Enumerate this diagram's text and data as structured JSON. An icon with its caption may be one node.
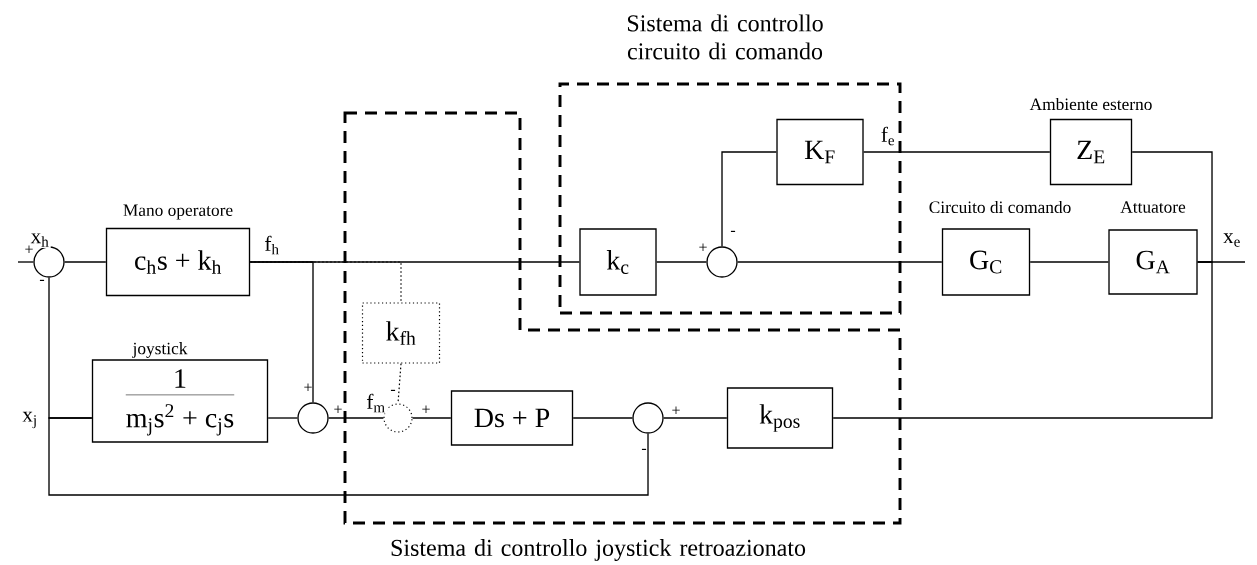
{
  "diagram": {
    "nodes": [
      {
        "text": [
          "Sistema di controllo circuito di comando"
        ]
      },
      {
        "text": [],
        "shape": "circle"
      },
      {
        "text": [
          "c$_{h}$s + k$_{h}$"
        ],
        "beside": [
          "Mano operatore"
        ]
      },
      {
        "text": [
          "1",
          "m$_{j}$s$^{2}$ + c$_{j}$s"
        ],
        "beside": [
          "joystick"
        ]
      },
      {
        "text": [],
        "shape": "circle"
      },
      {
        "text": [
          "Sistema di controllo joystick retroazionato"
        ]
      },
      {
        "text": [
          "k$_{fh}$"
        ],
        "in": 5
      },
      {
        "text": [],
        "shape": "circle",
        "in": 5
      },
      {
        "text": [
          "Ds + P"
        ],
        "in": 5
      },
      {
        "text": [],
        "shape": "circle",
        "in": 5
      },
      {
        "text": [
          "k$_{pos}$"
        ],
        "in": 5
      },
      {
        "text": [
          "k$_{c}$"
        ],
        "in": 0
      },
      {
        "text": [],
        "shape": "circle",
        "in": 0
      },
      {
        "text": [
          "K$_{F}$"
        ],
        "in": 0
      },
      {
        "text": [
          "Z$_{E}$"
        ],
        "beside": [
          "Ambiente esterno"
        ]
      },
      {
        "text": [
          "G$_{C}$"
        ],
        "beside": [
          "Circuito di comando"
        ]
      },
      {
        "text": [
          "G$_{A}$"
        ],
        "beside": [
          "Attuatore"
        ]
      }
    ],
    "edges": [
      {
        "from": null,
        "to": 1,
        "arrow": "none",
        "label": "x$_{h}$"
      },
      {
        "from": 1,
        "to": 2,
        "arrow": "none"
      },
      {
        "from": 2,
        "to": 11,
        "arrow": "none",
        "label": "f$_{h}$"
      },
      {
        "from": 2,
        "to": 4,
        "arrow": "none"
      },
      {
        "from": 2,
        "to": 6,
        "arrow": "none",
        "style": "dashed"
      },
      {
        "from": 6,
        "to": 7,
        "arrow": "none",
        "style": "dashed"
      },
      {
        "from": 11,
        "to": 12,
        "arrow": "none"
      },
      {
        "from": 13,
        "to": 12,
        "arrow": "none"
      },
      {
        "from": 12,
        "to": 15,
        "arrow": "none"
      },
      {
        "from": 15,
        "to": 16,
        "arrow": "none"
      },
      {
        "from": 16,
        "to": null,
        "arrow": "none",
        "label": "x$_{e}$"
      },
      {
        "from": 16,
        "to": 10,
        "arrow": "none"
      },
      {
        "from": 16,
        "to": 14,
        "arrow": "none"
      },
      {
        "from": 14,
        "to": 13,
        "arrow": "none",
        "label": "f$_{e}$"
      },
      {
        "from": 10,
        "to": 9,
        "arrow": "none"
      },
      {
        "from": 9,
        "to": 8,
        "arrow": "none"
      },
      {
        "from": 8,
        "to": 7,
        "arrow": "none"
      },
      {
        "from": 7,
        "to": 4,
        "arrow": "none",
        "label": "f$_{m}$"
      },
      {
        "from": 4,
        "to": 3,
        "arrow": "none"
      },
      {
        "from": 3,
        "to": 1,
        "arrow": "none",
        "label": "x$_{j}$"
      },
      {
        "from": 3,
        "to": 9,
        "arrow": "none"
      }
    ],
    "labels": [
      "+",
      "+",
      "-",
      "-",
      "+",
      "-",
      "+",
      "+",
      "+",
      "-"
    ]
  }
}
